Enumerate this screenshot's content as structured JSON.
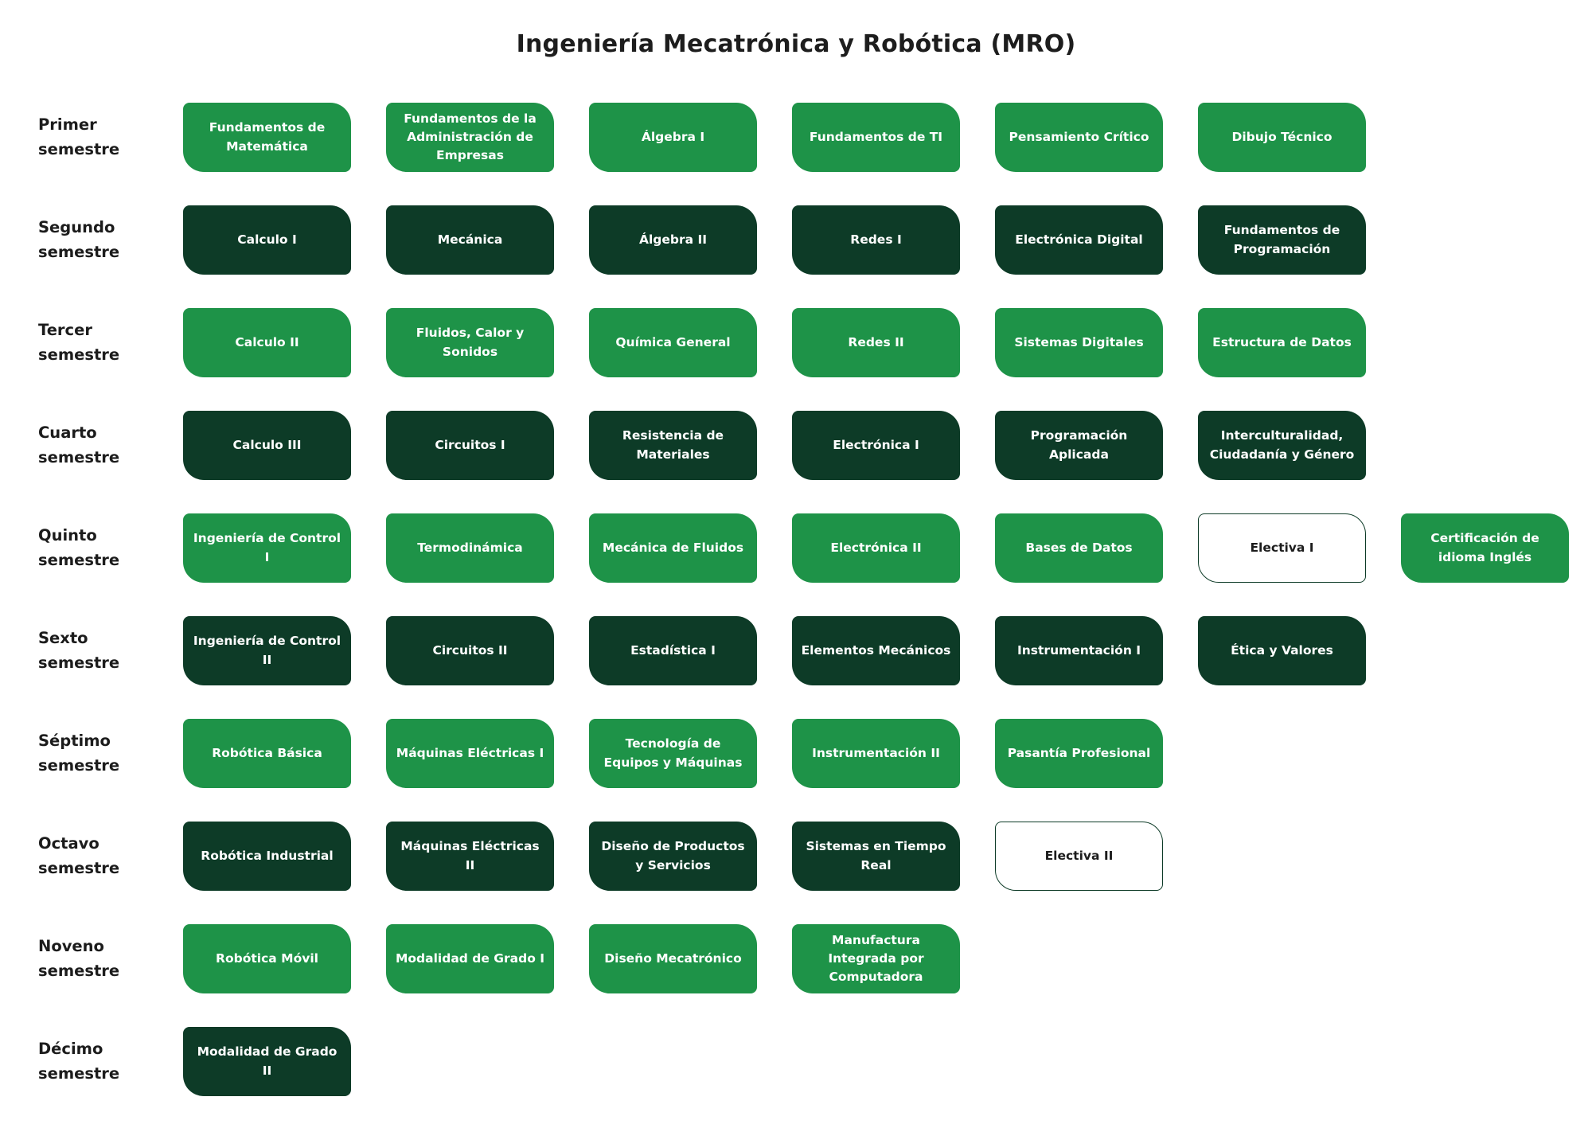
{
  "title": "Ingeniería Mecatrónica y Robótica (MRO)",
  "colors": {
    "light_green": "#1E9348",
    "dark_green": "#0D3B27",
    "outline_border": "#0D3B27",
    "box_text_light": "#ffffff",
    "box_text_dark": "#1c1c1c",
    "heading_text": "#1d1d1d",
    "background": "#ffffff"
  },
  "semesters": [
    {
      "label": "Primer semestre",
      "label_lines": [
        "Primer",
        "semestre"
      ],
      "courses": [
        {
          "name": "Fundamentos de Matemática",
          "variant": "light"
        },
        {
          "name": "Fundamentos de la Administración de Empresas",
          "variant": "light"
        },
        {
          "name": "Álgebra I",
          "variant": "light"
        },
        {
          "name": "Fundamentos de TI",
          "variant": "light"
        },
        {
          "name": "Pensamiento Crítico",
          "variant": "light"
        },
        {
          "name": "Dibujo Técnico",
          "variant": "light"
        }
      ]
    },
    {
      "label": "Segundo semestre",
      "label_lines": [
        "Segundo",
        "semestre"
      ],
      "courses": [
        {
          "name": "Calculo I",
          "variant": "dark"
        },
        {
          "name": "Mecánica",
          "variant": "dark"
        },
        {
          "name": "Álgebra II",
          "variant": "dark"
        },
        {
          "name": "Redes I",
          "variant": "dark"
        },
        {
          "name": "Electrónica Digital",
          "variant": "dark"
        },
        {
          "name": "Fundamentos de Programación",
          "variant": "dark"
        }
      ]
    },
    {
      "label": "Tercer semestre",
      "label_lines": [
        "Tercer",
        "semestre"
      ],
      "courses": [
        {
          "name": "Calculo II",
          "variant": "light"
        },
        {
          "name": "Fluidos, Calor y Sonidos",
          "variant": "light"
        },
        {
          "name": "Química General",
          "variant": "light"
        },
        {
          "name": "Redes II",
          "variant": "light"
        },
        {
          "name": "Sistemas Digitales",
          "variant": "light"
        },
        {
          "name": "Estructura de Datos",
          "variant": "light"
        }
      ]
    },
    {
      "label": "Cuarto semestre",
      "label_lines": [
        "Cuarto",
        "semestre"
      ],
      "courses": [
        {
          "name": "Calculo III",
          "variant": "dark"
        },
        {
          "name": "Circuitos I",
          "variant": "dark"
        },
        {
          "name": "Resistencia de Materiales",
          "variant": "dark"
        },
        {
          "name": "Electrónica I",
          "variant": "dark"
        },
        {
          "name": "Programación Aplicada",
          "variant": "dark"
        },
        {
          "name": "Interculturalidad, Ciudadanía y Género",
          "variant": "dark"
        }
      ]
    },
    {
      "label": "Quinto semestre",
      "label_lines": [
        "Quinto",
        "semestre"
      ],
      "courses": [
        {
          "name": "Ingeniería de Control I",
          "variant": "light"
        },
        {
          "name": "Termodinámica",
          "variant": "light"
        },
        {
          "name": "Mecánica de Fluidos",
          "variant": "light"
        },
        {
          "name": "Electrónica II",
          "variant": "light"
        },
        {
          "name": "Bases de Datos",
          "variant": "light"
        },
        {
          "name": "Electiva I",
          "variant": "outline"
        },
        {
          "name": "Certificación de idioma Inglés",
          "variant": "light"
        }
      ]
    },
    {
      "label": "Sexto semestre",
      "label_lines": [
        "Sexto",
        "semestre"
      ],
      "courses": [
        {
          "name": "Ingeniería de Control II",
          "variant": "dark"
        },
        {
          "name": "Circuitos II",
          "variant": "dark"
        },
        {
          "name": "Estadística I",
          "variant": "dark"
        },
        {
          "name": "Elementos Mecánicos",
          "variant": "dark"
        },
        {
          "name": "Instrumentación I",
          "variant": "dark"
        },
        {
          "name": "Ética y Valores",
          "variant": "dark"
        }
      ]
    },
    {
      "label": "Séptimo semestre",
      "label_lines": [
        "Séptimo",
        "semestre"
      ],
      "courses": [
        {
          "name": "Robótica Básica",
          "variant": "light"
        },
        {
          "name": "Máquinas Eléctricas I",
          "variant": "light"
        },
        {
          "name": "Tecnología de Equipos y Máquinas",
          "variant": "light"
        },
        {
          "name": "Instrumentación II",
          "variant": "light"
        },
        {
          "name": "Pasantía Profesional",
          "variant": "light"
        }
      ]
    },
    {
      "label": "Octavo semestre",
      "label_lines": [
        "Octavo",
        "semestre"
      ],
      "courses": [
        {
          "name": "Robótica Industrial",
          "variant": "dark"
        },
        {
          "name": "Máquinas Eléctricas II",
          "variant": "dark"
        },
        {
          "name": "Diseño de Productos y Servicios",
          "variant": "dark"
        },
        {
          "name": "Sistemas en Tiempo Real",
          "variant": "dark"
        },
        {
          "name": "Electiva II",
          "variant": "outline"
        }
      ]
    },
    {
      "label": "Noveno semestre",
      "label_lines": [
        "Noveno",
        "semestre"
      ],
      "courses": [
        {
          "name": "Robótica Móvil",
          "variant": "light"
        },
        {
          "name": "Modalidad de Grado I",
          "variant": "light"
        },
        {
          "name": "Diseño Mecatrónico",
          "variant": "light"
        },
        {
          "name": "Manufactura Integrada por Computadora",
          "variant": "light"
        }
      ]
    },
    {
      "label": "Décimo semestre",
      "label_lines": [
        "Décimo",
        "semestre"
      ],
      "courses": [
        {
          "name": "Modalidad de Grado II",
          "variant": "dark"
        }
      ]
    }
  ]
}
